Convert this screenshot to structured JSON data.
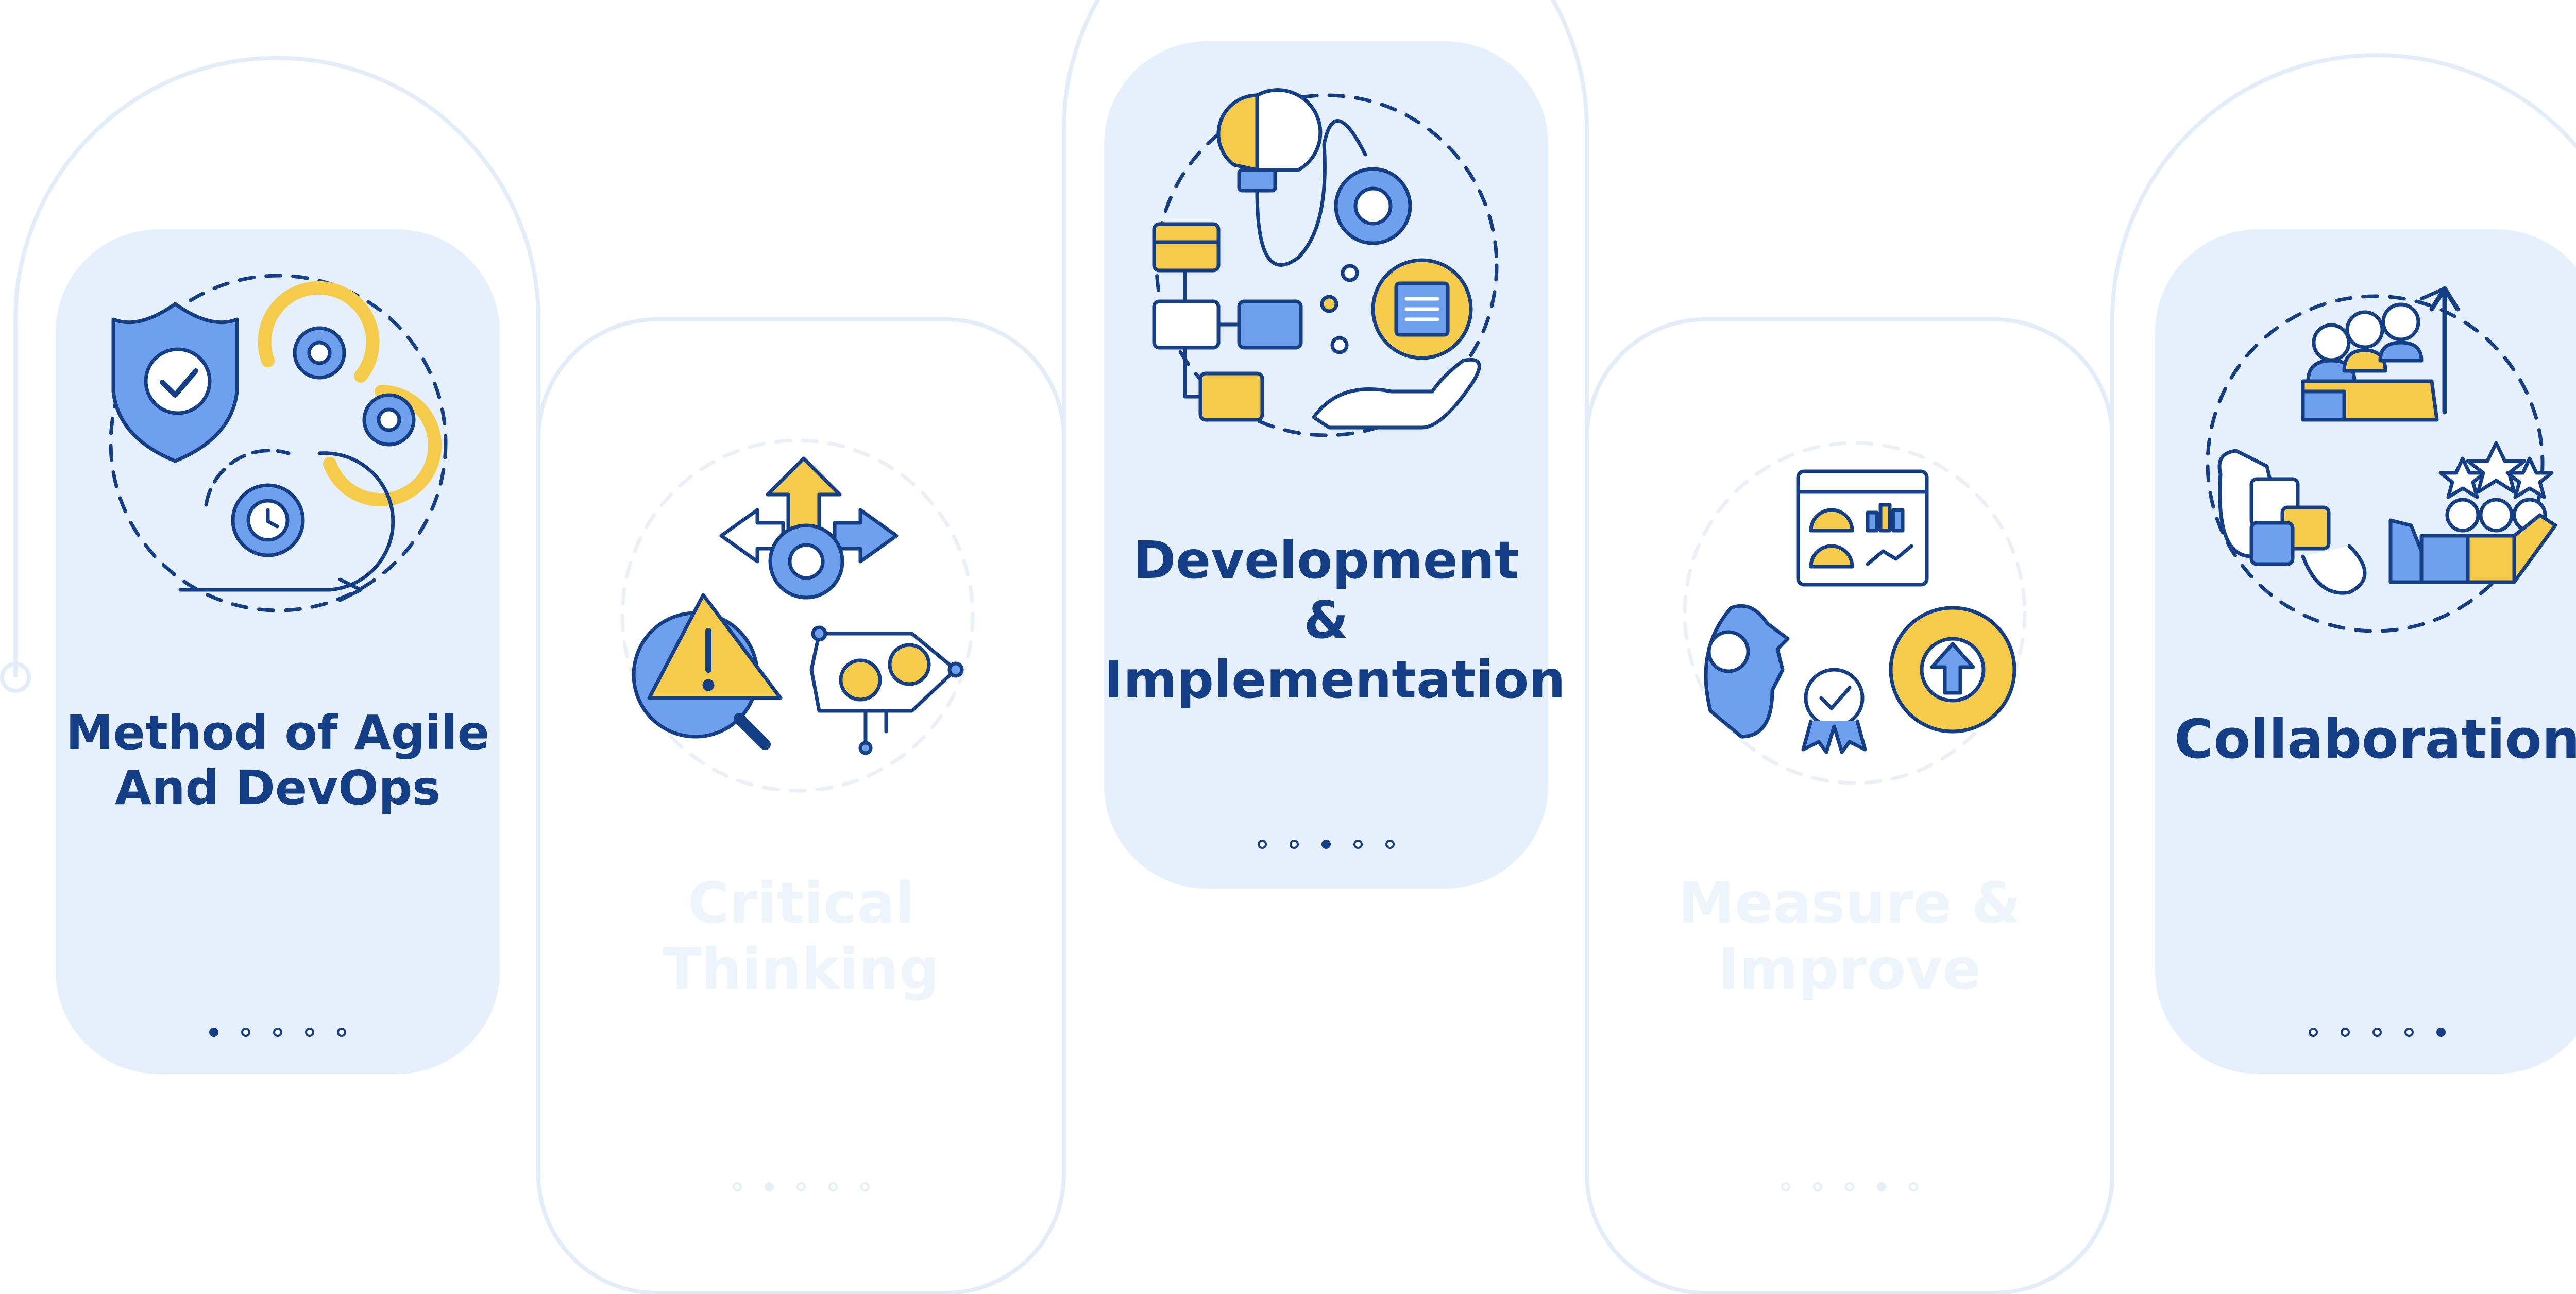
{
  "colors": {
    "navy": "#143f86",
    "blue": "#6ea0ee",
    "yellow": "#f5cb4b",
    "panel": "#e6f0fc",
    "outline": "#e3edf9",
    "faded_text": "#eef4fc"
  },
  "steps": [
    {
      "label_line1": "Method of Agile",
      "label_line2": "And DevOps",
      "icon": "agile-devops-icon",
      "active_dot": 1,
      "highlighted": true
    },
    {
      "label_line1": "Critical",
      "label_line2": "Thinking",
      "icon": "critical-thinking-icon",
      "active_dot": 2,
      "highlighted": false
    },
    {
      "label_line1": "Development &",
      "label_line2": "Implementation",
      "icon": "development-implementation-icon",
      "active_dot": 3,
      "highlighted": true
    },
    {
      "label_line1": "Measure &",
      "label_line2": "Improve",
      "icon": "measure-improve-icon",
      "active_dot": 4,
      "highlighted": false
    },
    {
      "label_line1": "Collaboration",
      "label_line2": "",
      "icon": "collaboration-icon",
      "active_dot": 5,
      "highlighted": true
    }
  ]
}
